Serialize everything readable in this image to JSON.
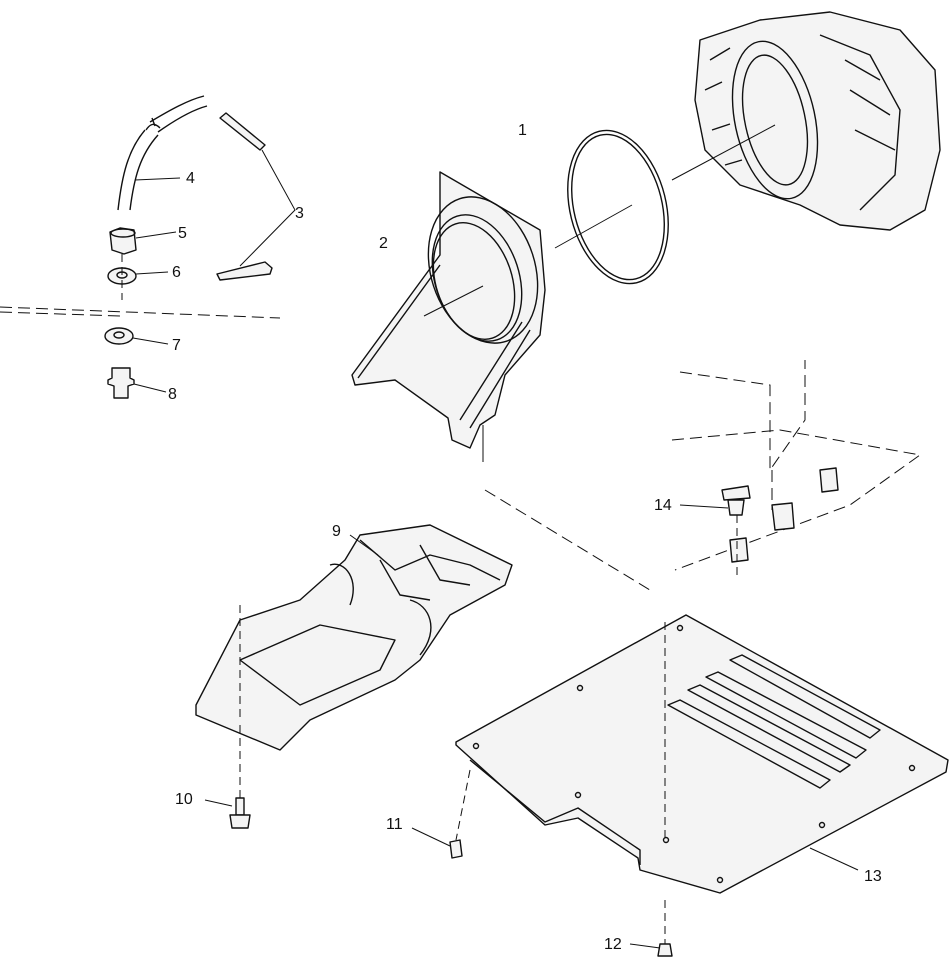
{
  "callouts": [
    {
      "id": "1",
      "text": "1"
    },
    {
      "id": "2",
      "text": "2"
    },
    {
      "id": "3",
      "text": "3"
    },
    {
      "id": "4",
      "text": "4"
    },
    {
      "id": "5",
      "text": "5"
    },
    {
      "id": "6",
      "text": "6"
    },
    {
      "id": "7",
      "text": "7"
    },
    {
      "id": "8",
      "text": "8"
    },
    {
      "id": "9",
      "text": "9"
    },
    {
      "id": "10",
      "text": "10"
    },
    {
      "id": "11",
      "text": "11"
    },
    {
      "id": "12",
      "text": "12"
    },
    {
      "id": "13",
      "text": "13"
    },
    {
      "id": "14",
      "text": "14"
    }
  ],
  "colors": {
    "ink": "#111111",
    "paper": "#ffffff"
  }
}
